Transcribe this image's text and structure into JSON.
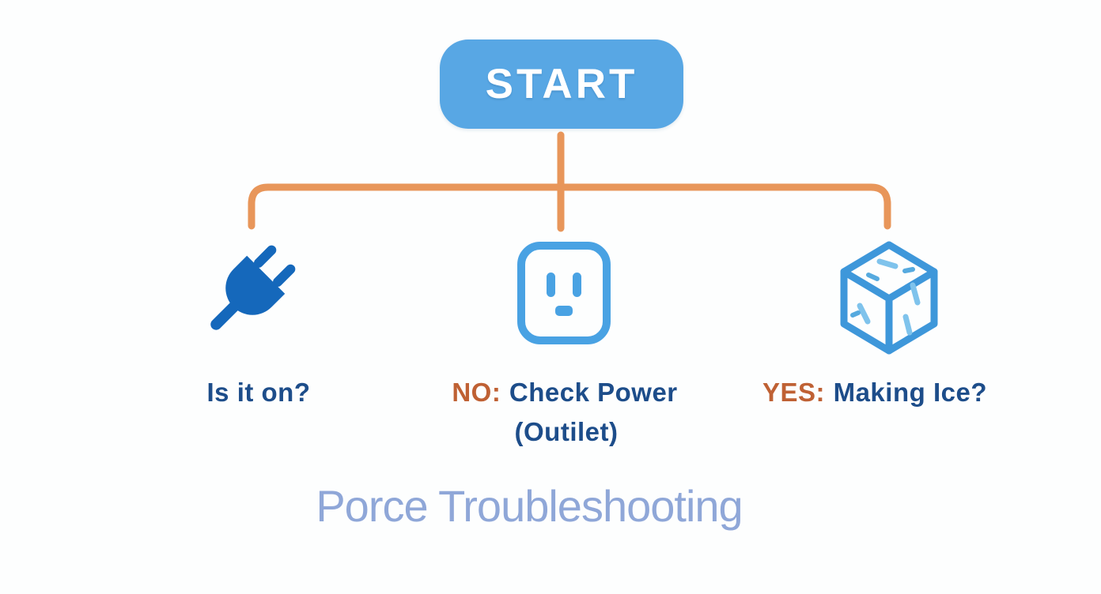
{
  "colors": {
    "start_fill": "#58a7e4",
    "start_text": "#ffffff",
    "connector_orange": "#e8965a",
    "label_navy": "#1d4d8a",
    "accent_orange": "#bf6134",
    "plug_blue": "#1568bb",
    "outlet_blue": "#49a2e3",
    "cube_blue": "#3e97da",
    "cube_speck": "#7fc3ec",
    "cube_speck_dark": "#56aadf",
    "caption_blue": "#8fa7d8",
    "background": "#fdfefe"
  },
  "flowchart": {
    "start_label": "START",
    "branches": [
      {
        "icon": "power-plug-icon",
        "prefix": "",
        "text": "Is it on?",
        "text2": ""
      },
      {
        "icon": "power-outlet-icon",
        "prefix": "NO:",
        "text": "Check Power",
        "text2": "(Outilet)"
      },
      {
        "icon": "ice-cube-icon",
        "prefix": "YES:",
        "text": "Making Ice?",
        "text2": ""
      }
    ],
    "caption": "Porce Troubleshooting"
  }
}
